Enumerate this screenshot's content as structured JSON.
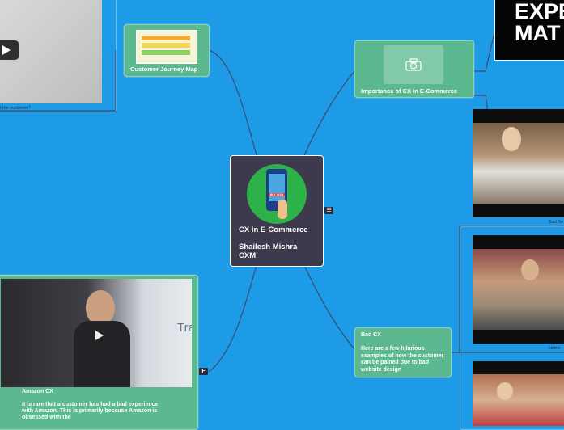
{
  "central": {
    "title": "CX in E-Commerce",
    "subtitle": "Shailesh Mishra\nCXM",
    "icon_text": "BUY NOW"
  },
  "nodes": {
    "journey": {
      "label": "Customer Journey Map"
    },
    "importance": {
      "label": "Importance of CX in E-Commerce"
    },
    "badcx": {
      "text": "Bad CX\n\nHere are a few hilarious examples of how the customer can be pained due to bad website design"
    },
    "amazon": {
      "text": "Amazon CX\n\nIt is rare that a customer has had a bad experience with Amazon. This is primarily because Amazon is obsessed with the"
    }
  },
  "captions": {
    "topleft": "t the customer?",
    "badse": "Bad Se",
    "unfrie": "Unfrie"
  },
  "images": {
    "exp_banner": "EXPE\nMAT",
    "amazon_video_corner": "Tra"
  },
  "icons": {
    "note": "note-icon",
    "font": "F",
    "camera": "camera-icon"
  },
  "colors": {
    "background": "#1d9be6",
    "central": "#3d3a4d",
    "node": "#5bb88f"
  }
}
